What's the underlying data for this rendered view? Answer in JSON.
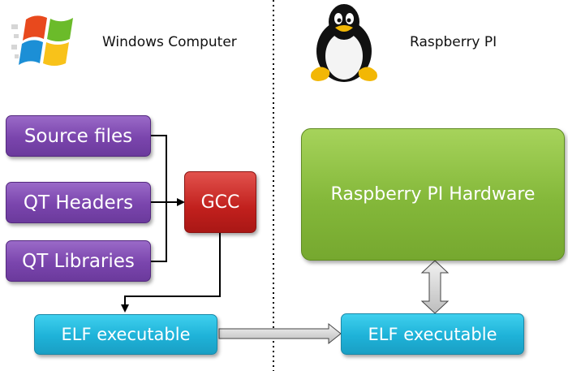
{
  "windows_side": {
    "title": "Windows Computer",
    "source_files": "Source files",
    "qt_headers": "QT Headers",
    "qt_libraries": "QT Libraries",
    "compiler": "GCC",
    "output": "ELF executable"
  },
  "pi_side": {
    "title": "Raspberry PI",
    "hardware": "Raspberry PI Hardware",
    "executable": "ELF executable"
  },
  "icons": {
    "windows": "windows-logo-icon",
    "linux": "tux-penguin-icon"
  }
}
